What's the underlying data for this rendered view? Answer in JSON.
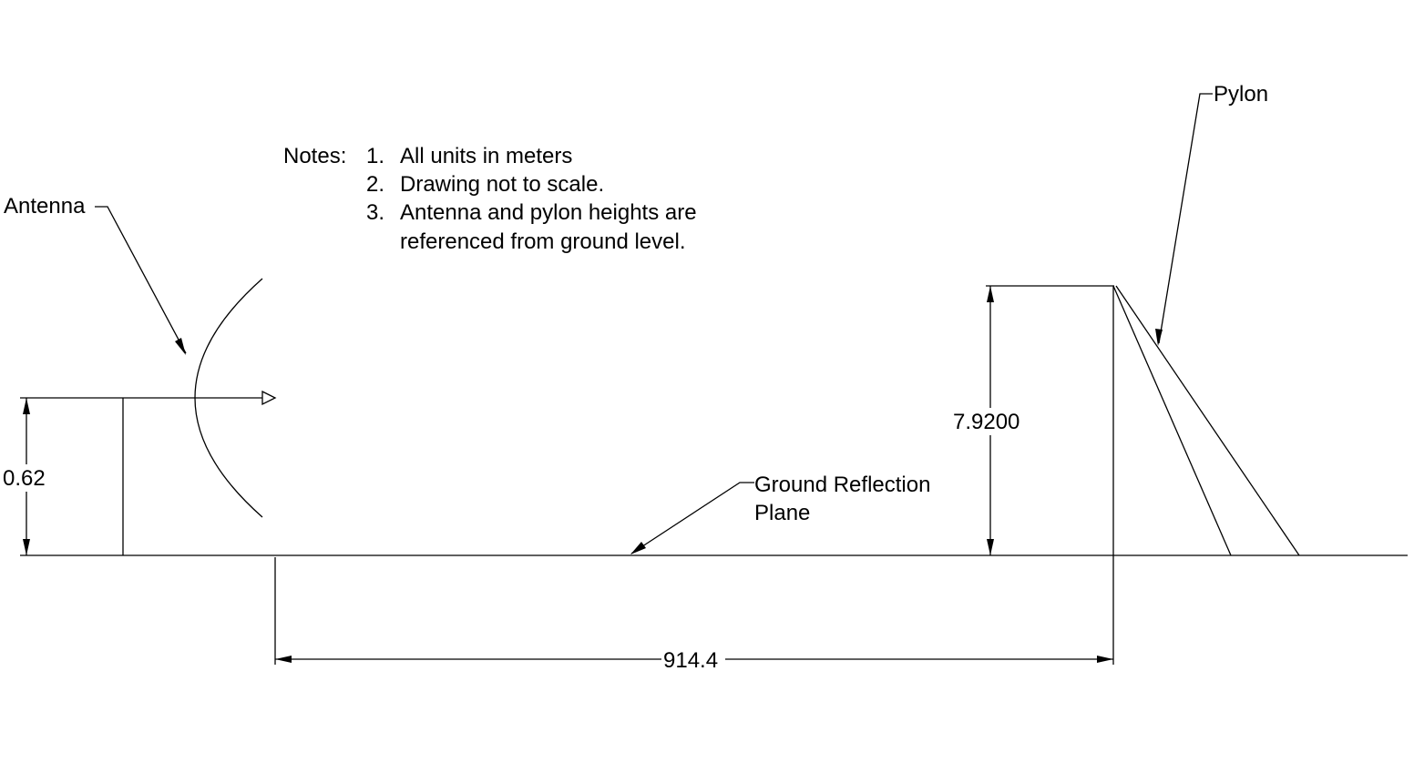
{
  "notes": {
    "heading": "Notes:",
    "items": [
      {
        "num": "1.",
        "lines": [
          "All units in meters"
        ]
      },
      {
        "num": "2.",
        "lines": [
          "Drawing not to scale."
        ]
      },
      {
        "num": "3.",
        "lines": [
          "Antenna and pylon heights are",
          "referenced from ground level."
        ]
      }
    ]
  },
  "labels": {
    "antenna": "Antenna",
    "pylon": "Pylon",
    "ground_line1": "Ground Reflection",
    "ground_line2": "Plane"
  },
  "dimensions": {
    "antenna_height": "0.62",
    "pylon_height": "7.9200",
    "separation": "914.4"
  }
}
